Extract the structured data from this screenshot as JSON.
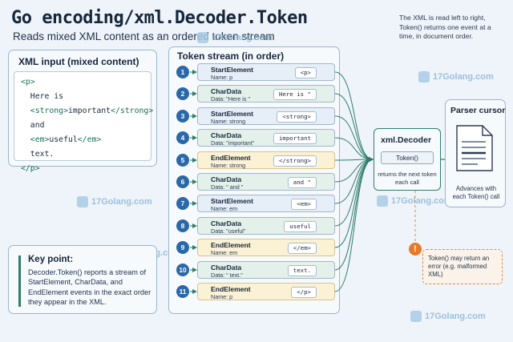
{
  "header": {
    "title": "Go encoding/xml.Decoder.Token",
    "subtitle": "Reads mixed XML content as an ordered token stream",
    "note": "The XML is read left to right, Token() returns one event at a time, in document order."
  },
  "watermark": {
    "text": "17Golang.com"
  },
  "xml_input": {
    "title": "XML input (mixed content)",
    "lines": [
      {
        "parts": [
          {
            "t": "<p>",
            "tag": true
          }
        ]
      },
      {
        "parts": [
          {
            "t": "  Here is",
            "tag": false
          }
        ]
      },
      {
        "parts": [
          {
            "t": "  <strong>",
            "tag": true
          },
          {
            "t": "important",
            "tag": false
          },
          {
            "t": "</strong>",
            "tag": true
          }
        ]
      },
      {
        "parts": [
          {
            "t": "  and",
            "tag": false
          }
        ]
      },
      {
        "parts": [
          {
            "t": "  <em>",
            "tag": true
          },
          {
            "t": "useful",
            "tag": false
          },
          {
            "t": "</em>",
            "tag": true
          }
        ]
      },
      {
        "parts": [
          {
            "t": "  text.",
            "tag": false
          }
        ]
      },
      {
        "parts": [
          {
            "t": "</p>",
            "tag": true
          }
        ]
      }
    ]
  },
  "key_point": {
    "title": "Key point:",
    "text": "Decoder.Token() reports a stream of StartElement, CharData, and EndElement events in the exact order they appear in the XML."
  },
  "token_stream": {
    "title": "Token stream (in order)",
    "tokens": [
      {
        "n": "1",
        "kind": "StartElement",
        "detail": "Name: p",
        "value": "<p>",
        "style": "blue"
      },
      {
        "n": "2",
        "kind": "CharData",
        "detail": "Data: \"Here is \"",
        "value": "Here is \"",
        "style": "green"
      },
      {
        "n": "3",
        "kind": "StartElement",
        "detail": "Name: strong",
        "value": "<strong>",
        "style": "blue"
      },
      {
        "n": "4",
        "kind": "CharData",
        "detail": "Data: \"important\"",
        "value": "important",
        "style": "green"
      },
      {
        "n": "5",
        "kind": "EndElement",
        "detail": "Name: strong",
        "value": "</strong>",
        "style": "yellow"
      },
      {
        "n": "6",
        "kind": "CharData",
        "detail": "Data: \" and \"",
        "value": "and \"",
        "style": "green"
      },
      {
        "n": "7",
        "kind": "StartElement",
        "detail": "Name: em",
        "value": "<em>",
        "style": "blue"
      },
      {
        "n": "8",
        "kind": "CharData",
        "detail": "Data: \"useful\"",
        "value": "useful",
        "style": "green"
      },
      {
        "n": "9",
        "kind": "EndElement",
        "detail": "Name: em",
        "value": "</em>",
        "style": "yellow"
      },
      {
        "n": "10",
        "kind": "CharData",
        "detail": "Data: \" text.\"",
        "value": "text.",
        "style": "green"
      },
      {
        "n": "11",
        "kind": "EndElement",
        "detail": "Name: p",
        "value": "</p>",
        "style": "yellow"
      }
    ]
  },
  "decoder": {
    "title": "xml.Decoder",
    "button": "Token()",
    "note": "returns the next token each call"
  },
  "parser_cursor": {
    "title": "Parser cursor",
    "note": "Advances with each Token() call"
  },
  "error": {
    "icon": "!",
    "text": "Token() may return an error (e.g. malformed XML)"
  },
  "colors": {
    "number_badge": "#2b68a8",
    "arrow": "#2f7d6b",
    "error": "#e8792b"
  }
}
